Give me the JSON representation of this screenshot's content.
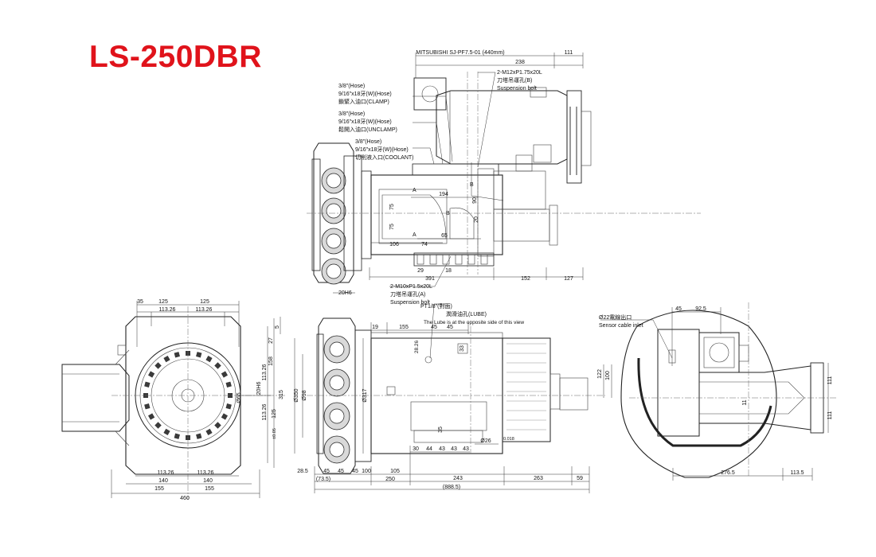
{
  "title": "LS-250DBR",
  "colors": {
    "title": "#e0131b",
    "line": "#222222",
    "face": "#d9d9d9",
    "dark": "#3a3a3a"
  },
  "top_view": {
    "motor_label": "MITSUBISHI SJ-PF7.5-01 (440mm)",
    "dims": {
      "motor_len": "238",
      "motor_tail": "111",
      "a": "194",
      "b": "75",
      "c": "75",
      "d": "106",
      "e": "74",
      "f": "65",
      "g": "20",
      "h": "90",
      "i": "29",
      "j": "18",
      "k": "391",
      "l": "152",
      "m": "127"
    },
    "callouts": {
      "clamp": [
        "3/8\"(Hose)",
        "9/16\"x18牙(W)(Hose)",
        "鎖緊入油口(CLAMP)"
      ],
      "unclamp": [
        "3/8\"(Hose)",
        "9/16\"x18牙(W)(Hose)",
        "鬆開入油口(UNCLAMP)"
      ],
      "coolant": [
        "3/8\"(Hose)",
        "9/16\"x18牙(W)(Hose)",
        "切削液入口(COOLANT)"
      ],
      "bolt_b": [
        "2-M12xP1.75x20L",
        "刀塔吊運孔(B)",
        "Suspension bolt"
      ],
      "bolt_a": [
        "2-M10xP1.5x20L",
        "刀塔吊運孔(A)",
        "Suspension bolt"
      ],
      "mark_a": "A",
      "mark_b": "B",
      "fit": "20H6"
    }
  },
  "front_view": {
    "dims": {
      "d35": "35",
      "d125a": "125",
      "d125b": "125",
      "d113a": "113.26",
      "d113b": "113.26",
      "d113c": "113.26",
      "d113d": "113.26",
      "d140a": "140",
      "d140b": "140",
      "d155a": "155",
      "d155b": "155",
      "d460": "460",
      "d5": "5",
      "d27": "27",
      "d158": "158",
      "d315": "315",
      "d113v1": "113.26",
      "d113v2": "113.26",
      "d125v": "125",
      "tol": "±0.05",
      "d20h6": "20H6",
      "d65": "Ø65"
    }
  },
  "side_view": {
    "lube": [
      "PT1/8\"(對面)",
      "潤滑油孔(LUBE)",
      "The Lube is at the opposite side of this view"
    ],
    "dims": {
      "d19": "19",
      "d155": "155",
      "d45a": "45",
      "d45b": "45",
      "d28": "28.26",
      "d33": "33",
      "d350": "Ø350",
      "d98": "Ø98",
      "d317": "Ø317",
      "d35": "35",
      "d30": "30",
      "d44": "44",
      "d43a": "43",
      "d43b": "43",
      "d43c": "43",
      "d26": "Ø26",
      "d018": "0.018",
      "d285": "28.5",
      "d45c": "45",
      "d45d": "45",
      "d45e": "45",
      "d100": "100",
      "d105": "105",
      "d243": "243",
      "d263": "263",
      "d59": "59",
      "d735": "(73.5)",
      "d250": "250",
      "d8885": "(888.5)"
    }
  },
  "rear_view": {
    "sensor": [
      "Ø22電線出口",
      "Sensor cable inlet"
    ],
    "dims": {
      "d45": "45",
      "d925": "92.5",
      "d122": "122",
      "d100": "100",
      "d11": "11",
      "d111a": "111",
      "d111b": "111",
      "d2765": "276.5",
      "d1135": "113.5"
    }
  }
}
